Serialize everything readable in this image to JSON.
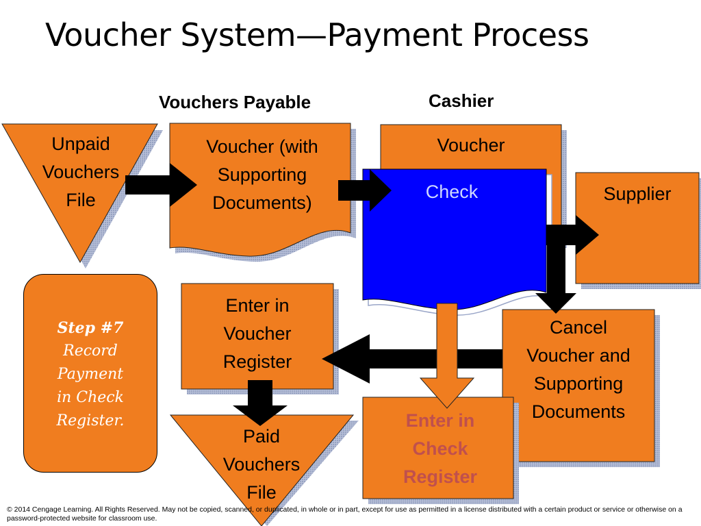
{
  "title": "Voucher System—Payment Process",
  "columns": {
    "vouchers_payable": "Vouchers Payable",
    "cashier": "Cashier"
  },
  "nodes": {
    "unpaid_file": [
      "Unpaid",
      "Vouchers",
      "File"
    ],
    "voucher_docs": [
      "Voucher (with",
      "Supporting",
      "Documents)"
    ],
    "voucher": "Voucher",
    "check": "Check",
    "supplier": "Supplier",
    "cancel": [
      "Cancel",
      "Voucher and",
      "Supporting",
      "Documents"
    ],
    "enter_voucher_register": [
      "Enter in",
      "Voucher",
      "Register"
    ],
    "paid_file": [
      "Paid",
      "Vouchers",
      "File"
    ],
    "enter_check_register": [
      "Enter in",
      "Check",
      "Register"
    ]
  },
  "step": {
    "title": "Step #7",
    "lines": [
      "Record",
      "Payment",
      "in Check",
      "Register."
    ]
  },
  "colors": {
    "orange": "#f07d1f",
    "check_blue": "#0000ff",
    "shadow": "#9aa6c8",
    "highlight_text": "#c0504d"
  },
  "copyright": "© 2014 Cengage Learning. All Rights Reserved. May not be copied, scanned, or duplicated, in whole or in part, except for use as permitted in a license distributed with a certain product or service or otherwise on a password-protected website for classroom use."
}
